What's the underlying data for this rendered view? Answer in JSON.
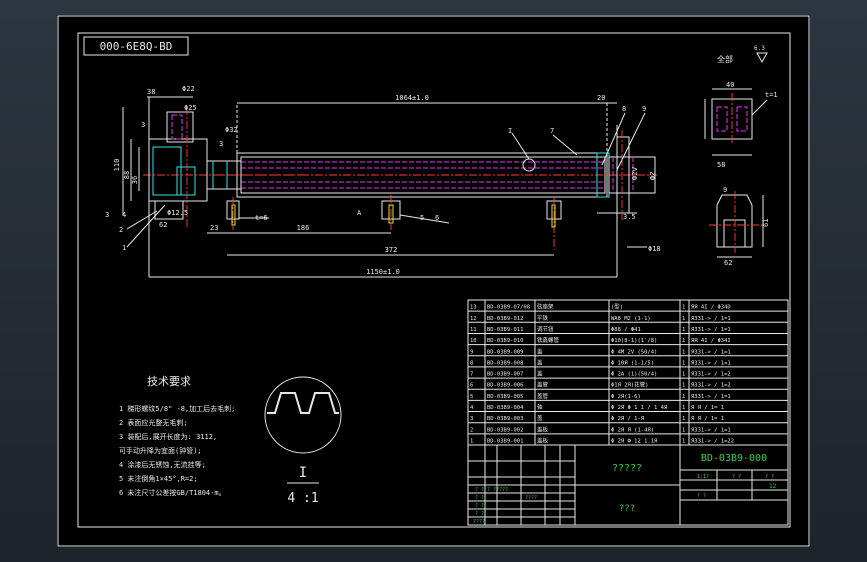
{
  "drawing": {
    "rev_code": "000-6E8Q-BD",
    "all_label": "全部",
    "roughness": "6.3",
    "tech_title": "技术要求",
    "tech_notes": [
      "1 梯形螺纹5/8\" -8,加工后去毛刺;",
      "2 表面应光整无毛刺;",
      "3 装配后,展开长度为: 3112,",
      "  可手动升降为宜面(钟管);",
      "4 涂漆后无锈蚀,无流挂等;",
      "5 未注倒角1×45°,R=2;",
      "6 未注尺寸公差按GB/T1804-m。"
    ],
    "detail_letter": "I",
    "detail_scale": "4 :1",
    "main_dims": {
      "d38": "38",
      "d22": "Φ22",
      "d1064": "1064±1.0",
      "d20": "20",
      "d25": "Φ25",
      "d32": "Φ32",
      "d3": "3",
      "d110": "110",
      "d88": "88",
      "d36": "36",
      "d12": "Φ12.5",
      "d62": "62",
      "d23": "23",
      "d186": "186",
      "d372": "372",
      "d1150": "1150±1.0",
      "d35": "3.5",
      "d18": "Φ18",
      "t6": "t=6",
      "cA": "A",
      "c1": "1",
      "c7": "7",
      "c8": "8",
      "c9": "9",
      "c3": "3",
      "c4": "4",
      "c5": "5",
      "c6": "6",
      "c2": "2",
      "cI": "I"
    },
    "side_dims": {
      "d40": "40",
      "t1": "t=1",
      "d58": "58",
      "d9": "9",
      "d61": "61",
      "d62b": "62"
    },
    "bom_rows": [
      {
        "no": "13",
        "code": "BD-03B9-07/08",
        "name": "弦座架",
        "spec": "(型)",
        "qty": "1",
        "note": "ЯЯ 4I / ΦЗ4D"
      },
      {
        "no": "12",
        "code": "BD-03B9-012",
        "name": "平铁",
        "spec": "WA8 M2 (1-1)",
        "qty": "1",
        "note": "ЯЗ31-> / 1=1"
      },
      {
        "no": "11",
        "code": "BD-03B9-011",
        "name": "调节钮",
        "spec": "Φ88 / Φ41",
        "qty": "1",
        "note": "ЯЗ31-> / 1=1"
      },
      {
        "no": "10",
        "code": "BD-03B9-010",
        "name": "铁鑫螺管",
        "spec": "Φ10(8-1)(1'/8)",
        "qty": "1",
        "note": "ЯЯ 4I / ΦЗ4I"
      },
      {
        "no": "9",
        "code": "BD-03B9-009",
        "name": "盖",
        "spec": "Φ 4M 2V (50/4)",
        "qty": "1",
        "note": "ЯЗ31-> / 1=1"
      },
      {
        "no": "8",
        "code": "BD-03B9-008",
        "name": "盖",
        "spec": "Φ 10Я (1-1/5)",
        "qty": "1",
        "note": "ЯЗ31-> / 1=1"
      },
      {
        "no": "7",
        "code": "BD-03B9-007",
        "name": "盖",
        "spec": "Φ 2A (1)(50/4)",
        "qty": "1",
        "note": "ЯЗ31-> / 1=2"
      },
      {
        "no": "6",
        "code": "BD-03B9-006",
        "name": "盖管",
        "spec": "Φ1Я 2Я(花管)",
        "qty": "1",
        "note": "ЯЗ31-> / 1=2"
      },
      {
        "no": "5",
        "code": "BD-03B9-005",
        "name": "盖管",
        "spec": "Φ 2Я(1-6)",
        "qty": "1",
        "note": "ЯЗ31-> / 1=1"
      },
      {
        "no": "4",
        "code": "BD-03B9-004",
        "name": "轴",
        "spec": "Φ 2Я Φ 1 1 / 1 4Я",
        "qty": "1",
        "note": "Я Я / 1= 1"
      },
      {
        "no": "3",
        "code": "BD-03B9-003",
        "name": "盖",
        "spec": "Φ 2Я / 1-Я",
        "qty": "1",
        "note": "Я Я / 1= 1"
      },
      {
        "no": "2",
        "code": "BD-03B9-002",
        "name": "盖板",
        "spec": "Φ 2Я Я (1-4Я)",
        "qty": "1",
        "note": "ЯЗ31-> / 1=1"
      },
      {
        "no": "1",
        "code": "BD-03B9-001",
        "name": "盖板",
        "spec": "Φ 2Я Ф 12 1.1Я",
        "qty": "1",
        "note": "ЯЗ31-> / 1=22"
      }
    ],
    "title_block": {
      "code": "BD-03B9-000",
      "company": "?????",
      "drawn_name": "???",
      "ratio_label": "1:1?",
      "sheet_no": "12",
      "tl_a": "? ? ? ?????",
      "tl_b": "? ?",
      "tl_c": "????",
      "tl_d": "? ?",
      "tl_e": "? ?",
      "tl_f": "????",
      "r_a": "? ?",
      "r_b": "? ?",
      "r_c": "? ?"
    }
  }
}
